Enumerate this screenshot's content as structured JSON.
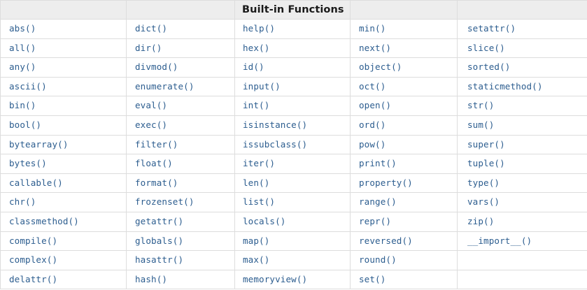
{
  "table": {
    "title": "Built-in Functions",
    "header_cells": [
      "",
      "",
      "Built-in Functions",
      "",
      ""
    ],
    "accent_color": "#2c5d8f",
    "header_bg": "#ededed",
    "border_color": "#dddddd",
    "row_count": 14,
    "column_count": 5,
    "columns": [
      [
        "abs()",
        "all()",
        "any()",
        "ascii()",
        "bin()",
        "bool()",
        "bytearray()",
        "bytes()",
        "callable()",
        "chr()",
        "classmethod()",
        "compile()",
        "complex()",
        "delattr()"
      ],
      [
        "dict()",
        "dir()",
        "divmod()",
        "enumerate()",
        "eval()",
        "exec()",
        "filter()",
        "float()",
        "format()",
        "frozenset()",
        "getattr()",
        "globals()",
        "hasattr()",
        "hash()"
      ],
      [
        "help()",
        "hex()",
        "id()",
        "input()",
        "int()",
        "isinstance()",
        "issubclass()",
        "iter()",
        "len()",
        "list()",
        "locals()",
        "map()",
        "max()",
        "memoryview()"
      ],
      [
        "min()",
        "next()",
        "object()",
        "oct()",
        "open()",
        "ord()",
        "pow()",
        "print()",
        "property()",
        "range()",
        "repr()",
        "reversed()",
        "round()",
        "set()"
      ],
      [
        "setattr()",
        "slice()",
        "sorted()",
        "staticmethod()",
        "str()",
        "sum()",
        "super()",
        "tuple()",
        "type()",
        "vars()",
        "zip()",
        "__import__()",
        "",
        ""
      ]
    ],
    "rows": [
      [
        "abs()",
        "dict()",
        "help()",
        "min()",
        "setattr()"
      ],
      [
        "all()",
        "dir()",
        "hex()",
        "next()",
        "slice()"
      ],
      [
        "any()",
        "divmod()",
        "id()",
        "object()",
        "sorted()"
      ],
      [
        "ascii()",
        "enumerate()",
        "input()",
        "oct()",
        "staticmethod()"
      ],
      [
        "bin()",
        "eval()",
        "int()",
        "open()",
        "str()"
      ],
      [
        "bool()",
        "exec()",
        "isinstance()",
        "ord()",
        "sum()"
      ],
      [
        "bytearray()",
        "filter()",
        "issubclass()",
        "pow()",
        "super()"
      ],
      [
        "bytes()",
        "float()",
        "iter()",
        "print()",
        "tuple()"
      ],
      [
        "callable()",
        "format()",
        "len()",
        "property()",
        "type()"
      ],
      [
        "chr()",
        "frozenset()",
        "list()",
        "range()",
        "vars()"
      ],
      [
        "classmethod()",
        "getattr()",
        "locals()",
        "repr()",
        "zip()"
      ],
      [
        "compile()",
        "globals()",
        "map()",
        "reversed()",
        "__import__()"
      ],
      [
        "complex()",
        "hasattr()",
        "max()",
        "round()",
        ""
      ],
      [
        "delattr()",
        "hash()",
        "memoryview()",
        "set()",
        ""
      ]
    ]
  }
}
